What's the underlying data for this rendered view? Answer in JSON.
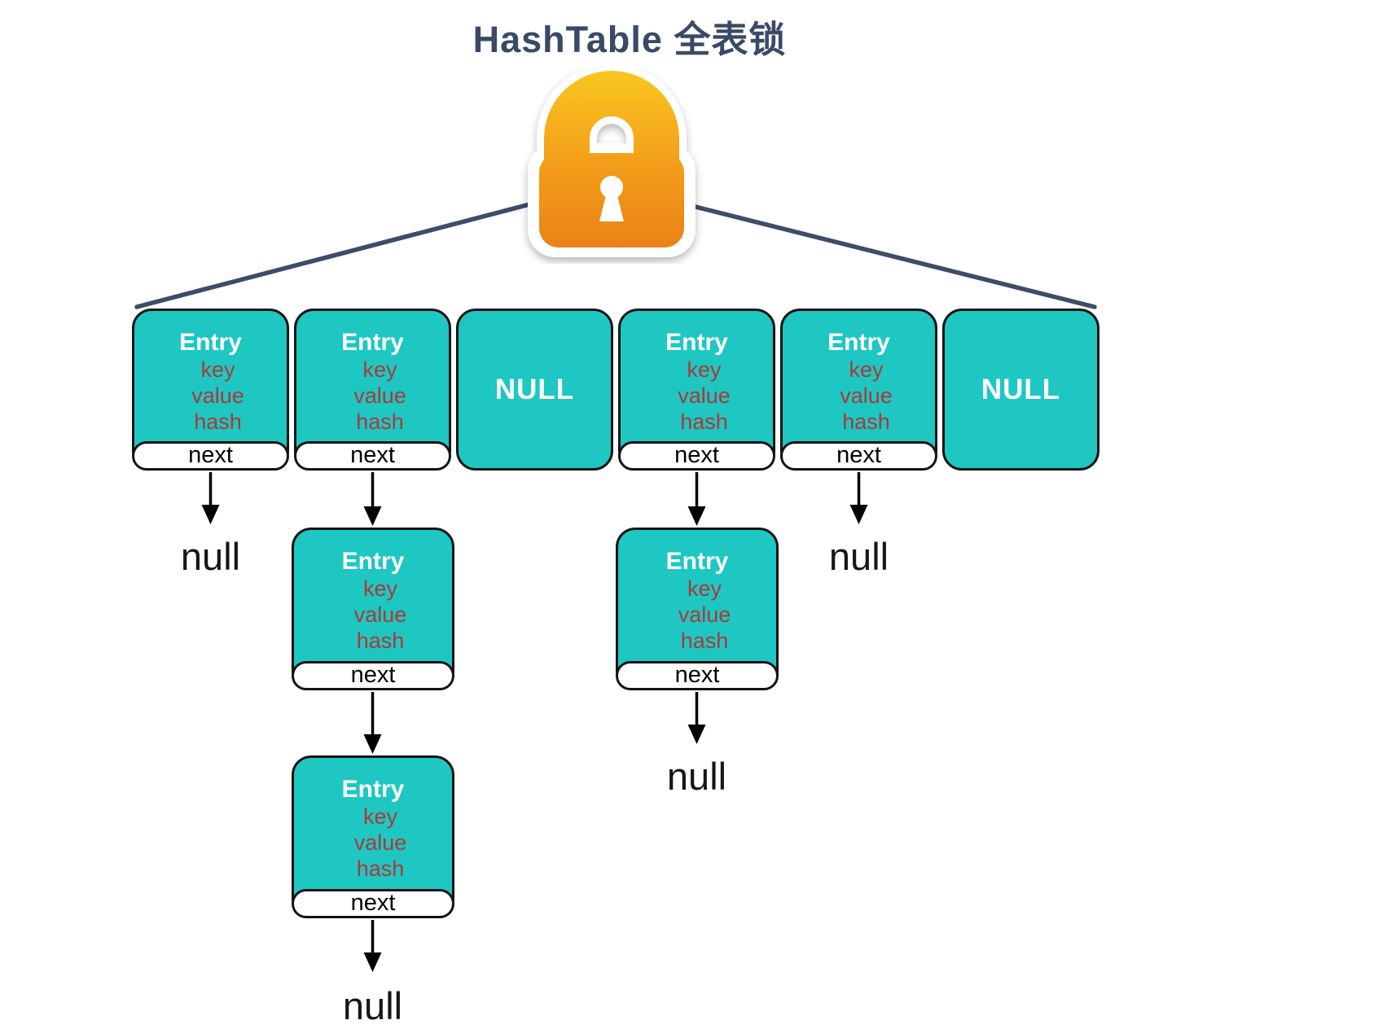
{
  "title": "HashTable 全表锁",
  "lock": {
    "icon": "padlock-icon"
  },
  "entry_template": {
    "title": "Entry",
    "fields": [
      "key",
      "value",
      "hash"
    ],
    "next_label": "next"
  },
  "null_cell_label": "NULL",
  "chain_end_label": "null",
  "buckets": [
    {
      "type": "entry",
      "chain_length": 0
    },
    {
      "type": "entry",
      "chain_length": 2
    },
    {
      "type": "null"
    },
    {
      "type": "entry",
      "chain_length": 1
    },
    {
      "type": "entry",
      "chain_length": 0
    },
    {
      "type": "null"
    }
  ],
  "colors": {
    "box_fill": "#1fc7c2",
    "box_border": "#141414",
    "entry_title_text": "#ffffff",
    "field_text": "#a93a3a",
    "heading_text": "#394a66",
    "connector_line": "#3d4c68",
    "arrow": "#000000",
    "lock_gradient_top": "#f9c81f",
    "lock_gradient_mid": "#f29d1a",
    "lock_gradient_bottom": "#e97c15"
  }
}
